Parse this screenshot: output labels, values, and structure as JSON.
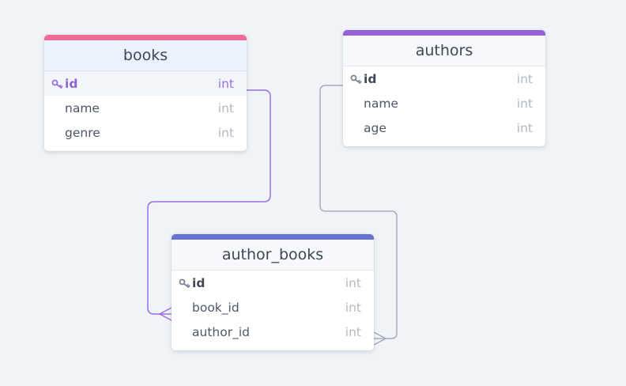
{
  "diagram": {
    "tables": [
      {
        "id": "books",
        "name": "books",
        "header_color": "#f26b95",
        "columns": [
          {
            "name": "id",
            "type": "int",
            "pk": true
          },
          {
            "name": "name",
            "type": "int",
            "pk": false
          },
          {
            "name": "genre",
            "type": "int",
            "pk": false
          }
        ]
      },
      {
        "id": "authors",
        "name": "authors",
        "header_color": "#9461d9",
        "columns": [
          {
            "name": "id",
            "type": "int",
            "pk": true
          },
          {
            "name": "name",
            "type": "int",
            "pk": false
          },
          {
            "name": "age",
            "type": "int",
            "pk": false
          }
        ]
      },
      {
        "id": "author_books",
        "name": "author_books",
        "header_color": "#6674cf",
        "columns": [
          {
            "name": "id",
            "type": "int",
            "pk": true
          },
          {
            "name": "book_id",
            "type": "int",
            "pk": false
          },
          {
            "name": "author_id",
            "type": "int",
            "pk": false
          }
        ]
      }
    ],
    "relations": [
      {
        "from": "books.id",
        "to": "author_books.book_id",
        "color": "#9b6fe0"
      },
      {
        "from": "authors.id",
        "to": "author_books.author_id",
        "color": "#a6adbd"
      }
    ],
    "icons": {
      "primary_key": "key-icon"
    },
    "colors": {
      "canvas_background": "#f0f4f8",
      "pk_icon_highlighted": "#9b6fe0",
      "pk_icon_default": "#7b8493"
    }
  }
}
